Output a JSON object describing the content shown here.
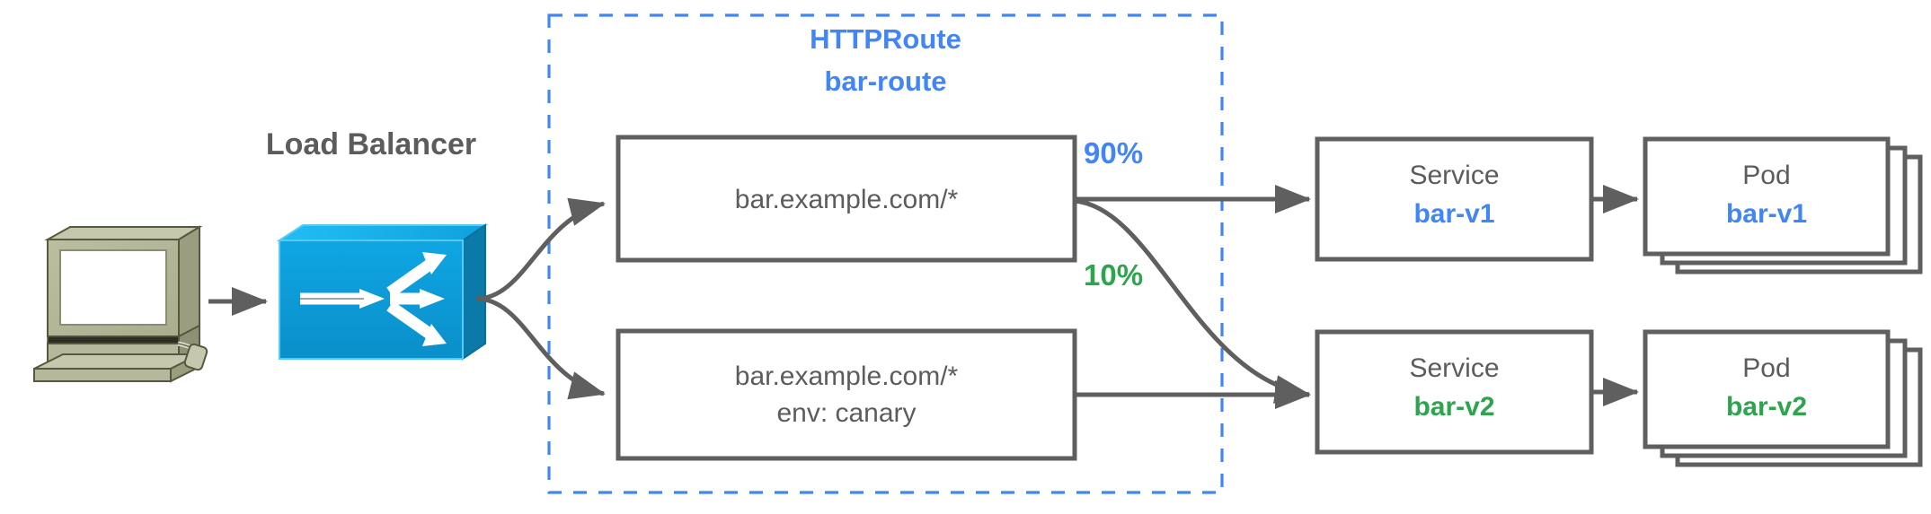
{
  "diagram": {
    "title_group": {
      "kind_label": "HTTPRoute",
      "name_label": "bar-route",
      "color": "#4285F4"
    },
    "client": {
      "icon": "desktop-computer-icon"
    },
    "load_balancer": {
      "label": "Load Balancer",
      "icon": "load-balancer-icon",
      "color": "#0c9ad8"
    },
    "rules": [
      {
        "id": "rule-primary",
        "line1": "bar.example.com/*",
        "line2": ""
      },
      {
        "id": "rule-canary",
        "line1": "bar.example.com/*",
        "line2": "env: canary"
      }
    ],
    "weights": [
      {
        "id": "weight-primary",
        "label": "90%",
        "color": "#4285F4"
      },
      {
        "id": "weight-canary",
        "label": "10%",
        "color": "#2FA44F"
      }
    ],
    "backends": [
      {
        "id": "backend-v1",
        "service_kind": "Service",
        "service_name": "bar-v1",
        "pod_kind": "Pod",
        "pod_name": "bar-v1",
        "pod_replicas": 3,
        "color": "#4285F4"
      },
      {
        "id": "backend-v2",
        "service_kind": "Service",
        "service_name": "bar-v2",
        "pod_kind": "Pod",
        "pod_name": "bar-v2",
        "pod_replicas": 3,
        "color": "#2FA44F"
      }
    ],
    "colors": {
      "stroke_gray": "#5f5f5f",
      "text_gray": "#5c5c5c",
      "blue": "#4285F4",
      "green": "#2FA44F",
      "dashed_border": "#4285F4",
      "computer_body": "#b6b89b",
      "computer_shade": "#9a9d7e",
      "lb_front": "#0c9ad8",
      "lb_top": "#17b3ee",
      "lb_side": "#0b7aa9"
    }
  }
}
